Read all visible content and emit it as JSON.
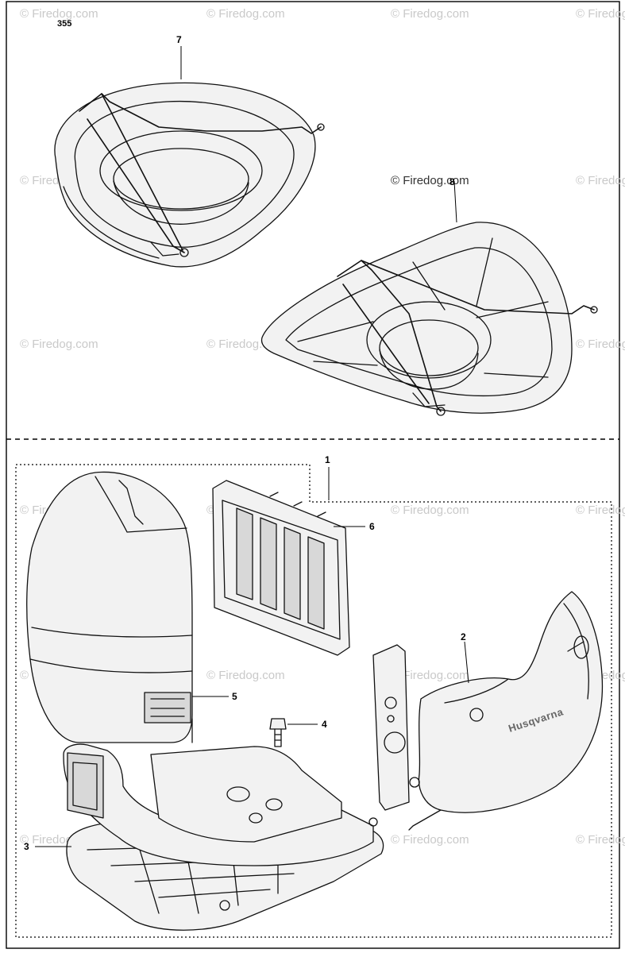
{
  "page_number": "355",
  "watermark": "© Firedog.com",
  "callouts": [
    "1",
    "2",
    "3",
    "4",
    "5",
    "6",
    "7",
    "8"
  ],
  "brand_mark": "Husqvarna"
}
